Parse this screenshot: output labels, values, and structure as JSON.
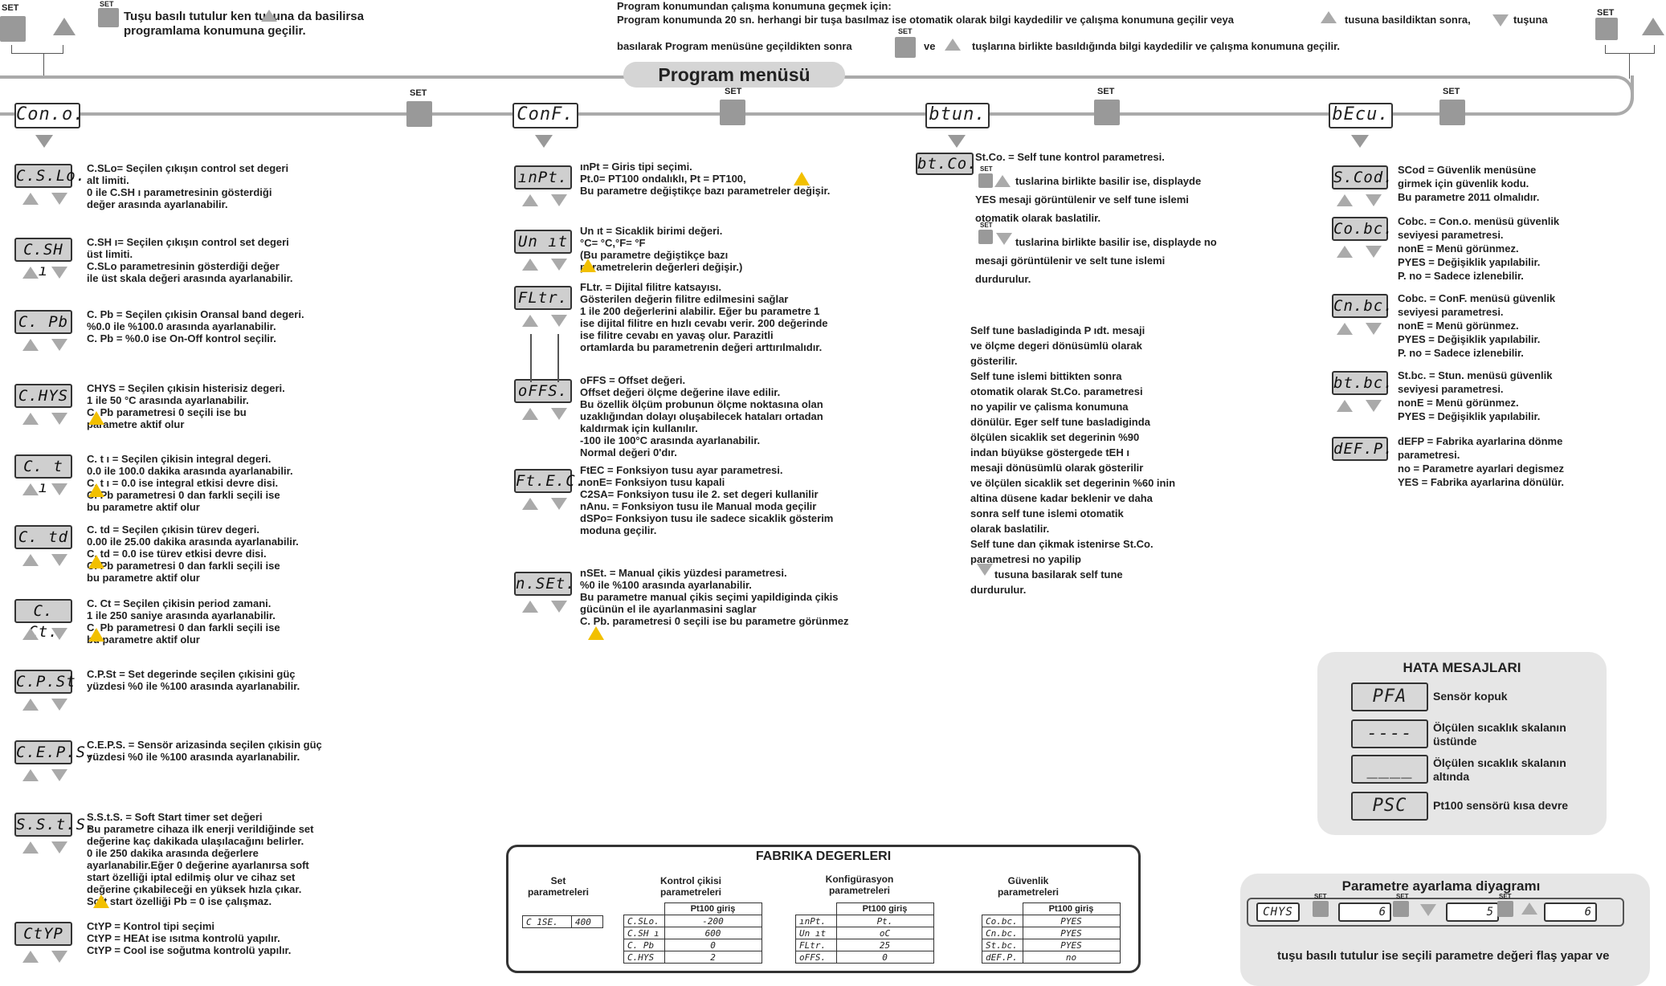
{
  "top": {
    "set_label": "SET",
    "left_text": "Tuşu basılı tutulur ken tusuna da basilirsa programlama konumuna geçilir.",
    "right_line1": "Program konumundan çalışma konumuna geçmek için:",
    "right_line2": "Program konumunda 20 sn. herhangi bir tuşa basılmaz ise otomatik olarak bilgi kaydedilir ve çalışma konumuna geçilir veya",
    "right_line2b": "tusuna basildiktan sonra,",
    "right_line2c": "tuşuna",
    "right_line3": "basılarak Program menüsüne geçildikten sonra",
    "right_line3b": "ve",
    "right_line3c": "tuşlarına birlikte basıldığında bilgi kaydedilir ve çalışma konumuna geçilir."
  },
  "menu_title": "Program menüsü",
  "menus": [
    {
      "code": "Con.o.",
      "set": "SET"
    },
    {
      "code": "ConF.",
      "set": "SET"
    },
    {
      "code": "btun.",
      "set": "SET"
    },
    {
      "code": "bEcu.",
      "set": "SET"
    }
  ],
  "col1": [
    {
      "code": "C.S.Lo.",
      "l1": "C.SLo= Seçilen çıkışın control set degeri",
      "l2": "alt limiti.",
      "l3": "0 ile C.SH ı parametresinin gösterdiği",
      "l4": "değer arasında ayarlanabilir."
    },
    {
      "code": "C.SH ı",
      "l1": "C.SH ı= Seçilen çıkışın control set degeri",
      "l2": "üst limiti.",
      "l3": "C.SLo parametresinin gösterdiği değer",
      "l4": "ile üst skala değeri arasında ayarlanabilir."
    },
    {
      "code": "C. Pb",
      "l1": "C. Pb = Seçilen çıkisin Oransal band degeri.",
      "l2": "%0.0 ile %100.0 arasında ayarlanabilir.",
      "l3": "C. Pb = %0.0 ise On-Off kontrol seçilir.",
      "l4": ""
    },
    {
      "code": "C.HYS",
      "l1": "CHYS = Seçilen çıkisin histerisiz degeri.",
      "l2": "1 ile 50 °C arasında ayarlanabilir.",
      "l3": "C. Pb parametresi 0 seçili ise bu",
      "l4": "parametre aktif olur"
    },
    {
      "code": "C. t ı",
      "l1": "C. t ı = Seçilen çikisin integral degeri.",
      "l2": "0.0 ile 100.0 dakika arasında ayarlanabilir.",
      "l3": "C. t ı = 0.0 ise integral etkisi devre disi.",
      "l4": "C. Pb parametresi 0 dan farkli seçili ise",
      "l5": "bu parametre aktif olur"
    },
    {
      "code": "C. td",
      "l1": "C. td = Seçilen çıkisin türev degeri.",
      "l2": "0.00 ile 25.00 dakika arasında ayarlanabilir.",
      "l3": "C. td = 0.0 ise türev etkisi devre disi.",
      "l4": "C. Pb parametresi 0 dan farkli seçili ise",
      "l5": "bu parametre aktif olur"
    },
    {
      "code": "C. Ct.",
      "l1": "C. Ct = Seçilen çikisin period zamani.",
      "l2": "1 ile 250 saniye arasında ayarlanabilir.",
      "l3": "C. Pb parametresi 0 dan farkli seçili ise",
      "l4": "bu parametre aktif olur"
    },
    {
      "code": "C.P.St",
      "l1": "C.P.St = Set degerinde seçilen çıkisini güç",
      "l2": "yüzdesi %0 ile %100 arasında ayarlanabilir.",
      "l3": "",
      "l4": ""
    },
    {
      "code": "C.E.P.S.",
      "l1": "C.E.P.S. = Sensör arizasinda seçilen çıkisin güç",
      "l2": "yüzdesi %0 ile %100 arasında ayarlanabilir.",
      "l3": "",
      "l4": ""
    },
    {
      "code": "S.S.t.S.",
      "l1": "S.S.t.S. = Soft Start timer set değeri",
      "l2": "Bu parametre cihaza ilk enerji verildiğinde set",
      "l3": "değerine kaç dakikada ulaşılacağını belirler.",
      "l4": "0 ile 250 dakika arasında değerlere",
      "l5": "ayarlanabilir.Eğer 0 değerine ayarlanırsa soft",
      "l6": "start özelliği iptal edilmiş olur ve cihaz set",
      "l7": "değerine çıkabileceği en yüksek hızla çıkar.",
      "l8": "Soft start özelliği Pb = 0 ise çalışmaz."
    },
    {
      "code": "CtYP",
      "l1": "CtYP = Kontrol tipi seçimi",
      "l2": "CtYP = HEAt ise ısıtma kontrolü yapılır.",
      "l3": "CtYP = Cool ise soğutma kontrolü yapılır.",
      "l4": ""
    }
  ],
  "col2": [
    {
      "code": "ınPt.",
      "l1": "ınPt = Giris tipi seçimi.",
      "l2": "Pt.0= PT100 ondalıklı, Pt = PT100,",
      "l3": "Bu parametre değiştikçe bazı parametreler değişir."
    },
    {
      "code": "Un ıt",
      "l1": "Un ıt = Sicaklik birimi değeri.",
      "l2": "°C= °C,°F= °F",
      "l3": "(Bu parametre değiştikçe bazı",
      "l4": "parametrelerin değerleri değişir.)"
    },
    {
      "code": "FLtr.",
      "l1": "FLtr. = Dijital filitre katsayısı.",
      "l2": "Gösterilen değerin filitre edilmesini sağlar",
      "l3": "1 ile 200 değerlerini alabilir. Eğer bu parametre 1",
      "l4": "ise dijital filitre en hızlı cevabı verir. 200 değerinde",
      "l5": "ise filitre cevabı en yavaş olur. Parazitli",
      "l6": "ortamlarda bu parametrenin değeri arttırılmalıdır."
    },
    {
      "code": "oFFS.",
      "l1": "oFFS = Offset değeri.",
      "l2": "Offset değeri ölçme değerine ilave edilir.",
      "l3": "Bu özellik ölçüm probunun ölçme noktasına olan",
      "l4": "uzaklığından dolayı oluşabilecek hataları ortadan",
      "l5": "kaldırmak için kullanılır.",
      "l6": "-100 ile 100°C arasında ayarlanabilir.",
      "l7": "Normal değeri 0'dır."
    },
    {
      "code": "Ft.E.C.",
      "l1": "FtEC = Fonksiyon tusu ayar parametresi.",
      "l2": "nonE= Fonksiyon tusu kapali",
      "l3": "C2SA= Fonksiyon tusu ile 2. set degeri kullanilir",
      "l4": "nAnu. = Fonksiyon tusu ile Manual moda geçilir",
      "l5": "dSPo= Fonksiyon tusu ile sadece sicaklik gösterim",
      "l6": "moduna geçilir."
    },
    {
      "code": "n.SEt.",
      "l1": "nSEt. = Manual çikis yüzdesi parametresi.",
      "l2": "%0 ile %100 arasında ayarlanabilir.",
      "l3": "Bu parametre manual çikis seçimi yapildiginda çikis",
      "l4": "gücünün el ile ayarlanmasini saglar",
      "l5": "C. Pb. parametresi 0 seçili ise bu parametre görünmez"
    }
  ],
  "col3": {
    "code": "bt.Co.",
    "lines": [
      "St.Co. = Self tune kontrol parametresi.",
      "tuslarina birlikte basilir ise, displayde",
      "YES mesaji görüntülenir ve self tune islemi",
      "otomatik olarak baslatilir.",
      "tuslarina birlikte basilir ise, displayde no",
      "mesaji görüntülenir ve selt tune islemi",
      "durdurulur."
    ],
    "lines2": [
      "Self tune basladiginda P ıdt. mesaji",
      "ve ölçme degeri dönüsümlü olarak",
      "gösterilir.",
      "Self tune islemi bittikten sonra",
      "otomatik olarak St.Co. parametresi",
      "no yapilir ve çalisma konumuna",
      "dönülür. Eger self tune basladiginda",
      "ölçülen sicaklik set degerinin %90",
      "indan büyükse göstergede tEH ı",
      "mesaji dönüsümlü olarak gösterilir",
      "ve ölçülen sicaklik set degerinin %60 inin",
      "altina düsene kadar beklenir ve daha",
      "sonra self tune islemi otomatik",
      "olarak baslatilir.",
      "Self tune dan çikmak istenirse St.Co.",
      "parametresi no yapilip",
      "tusuna basilarak self tune",
      "durdurulur."
    ]
  },
  "col4": [
    {
      "code": "S.Cod.",
      "l1": "SCod = Güvenlik menüsüne",
      "l2": "girmek için güvenlik kodu.",
      "l3": "Bu parametre 2011 olmalıdır."
    },
    {
      "code": "Co.bc.",
      "l1": "Cobc. = Con.o. menüsü güvenlik",
      "l2": "seviyesi parametresi.",
      "l3": "nonE = Menü görünmez.",
      "l4": "PYES = Değişiklik yapılabilir.",
      "l5": "P. no = Sadece izlenebilir."
    },
    {
      "code": "Cn.bc.",
      "l1": "Cobc. = ConF. menüsü güvenlik",
      "l2": "seviyesi parametresi.",
      "l3": "nonE = Menü görünmez.",
      "l4": "PYES = Değişiklik yapılabilir.",
      "l5": "P. no = Sadece izlenebilir."
    },
    {
      "code": "bt.bc.",
      "l1": "St.bc. = Stun. menüsü güvenlik",
      "l2": "seviyesi parametresi.",
      "l3": "nonE = Menü görünmez.",
      "l4": "PYES = Değişiklik yapılabilir.",
      "l5": ""
    },
    {
      "code": "dEF.P.",
      "l1": "dEFP = Fabrika ayarlarina dönme",
      "l2": "parametresi.",
      "l3": "no = Parametre ayarlari degismez",
      "l4": "YES = Fabrika ayarlarina dönülür.",
      "l5": ""
    }
  ],
  "errors": {
    "title": "HATA MESAJLARI",
    "items": [
      {
        "code": "PFA",
        "text": "Sensör kopuk"
      },
      {
        "code": "----",
        "text": "Ölçülen sıcaklık skalanın üstünde"
      },
      {
        "code": "____",
        "text": "Ölçülen sıcaklık skalanın altında"
      },
      {
        "code": "PSC",
        "text": "Pt100 sensörü kısa devre"
      }
    ]
  },
  "factory": {
    "title": "FABRIKA DEGERLERI",
    "h_set": "Set parametreleri",
    "h_ctrl": "Kontrol çikisi parametreleri",
    "h_conf": "Konfigürasyon parametreleri",
    "h_sec": "Güvenlik parametreleri",
    "sub": "Pt100 giriş",
    "set_row": {
      "k": "C 1SE.",
      "v": "400"
    },
    "ctrl": [
      {
        "k": "C.SLo.",
        "v": "-200"
      },
      {
        "k": "C.SH ı",
        "v": "600"
      },
      {
        "k": "C. Pb",
        "v": "0"
      },
      {
        "k": "C.HYS",
        "v": "2"
      }
    ],
    "conf": [
      {
        "k": "ınPt.",
        "v": "Pt."
      },
      {
        "k": "Un ıt",
        "v": "oC"
      },
      {
        "k": "FLtr.",
        "v": "25"
      },
      {
        "k": "oFFS.",
        "v": "0"
      }
    ],
    "sec": [
      {
        "k": "Co.bc.",
        "v": "PYES"
      },
      {
        "k": "Cn.bc.",
        "v": "PYES"
      },
      {
        "k": "St.bc.",
        "v": "PYES"
      },
      {
        "k": "dEF.P.",
        "v": "no"
      }
    ]
  },
  "diagram": {
    "title": "Parametre ayarlama diyagramı",
    "d1": "CHYS",
    "d2": "6",
    "d3": "5",
    "d4": "6",
    "caption": "tuşu basılı tutulur ise seçili parametre değeri flaş yapar ve"
  }
}
